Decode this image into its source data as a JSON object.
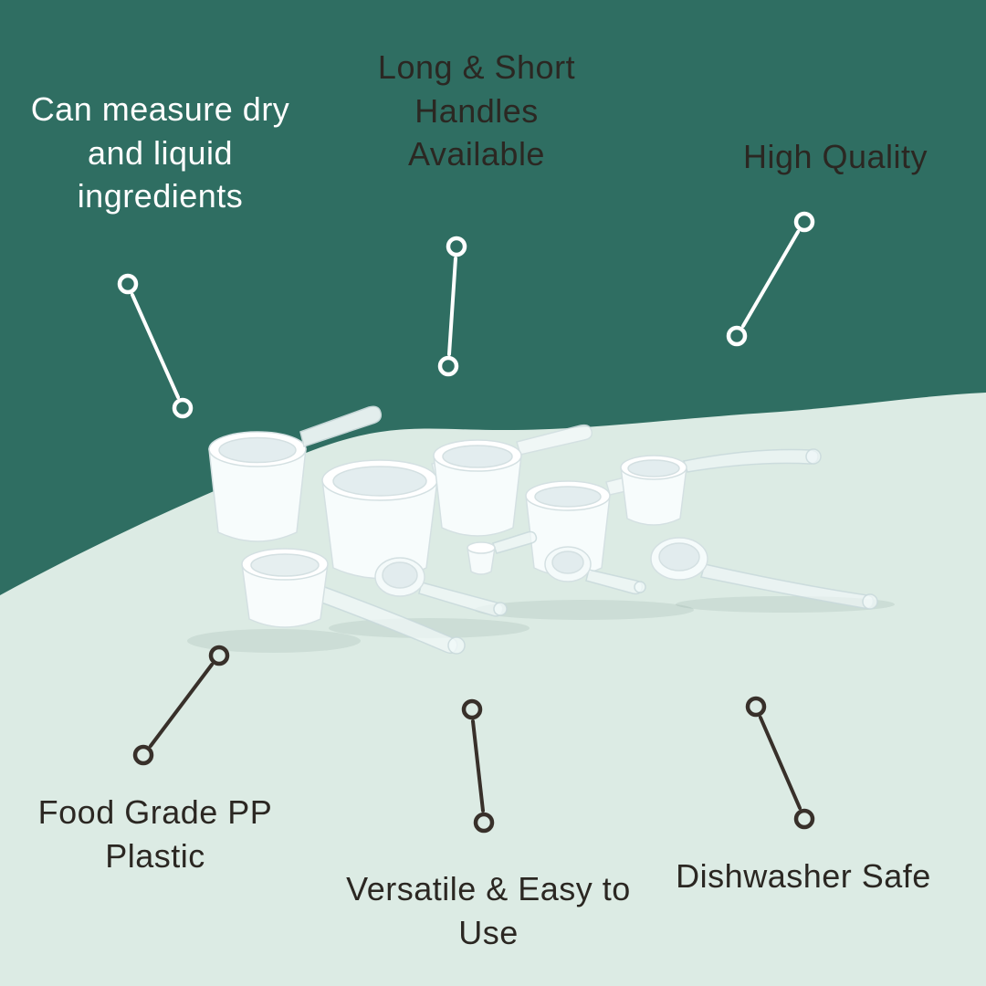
{
  "page": {
    "background_top": "#2f6e62",
    "background_bottom": "#dcebe4",
    "text_light": "#ffffff",
    "text_dark": "#2b2722",
    "connector_light": "#ffffff",
    "connector_dark": "#38302a"
  },
  "product": {
    "name": "white-plastic-measuring-scoops"
  },
  "callouts": {
    "measure": {
      "label": "Can measure dry\nand liquid\ningredients"
    },
    "handles": {
      "label": "Long & Short\nHandles\nAvailable"
    },
    "quality": {
      "label": "High Quality"
    },
    "food_grade": {
      "label": "Food Grade PP\nPlastic"
    },
    "versatile": {
      "label": "Versatile & Easy to\nUse"
    },
    "dishwasher": {
      "label": "Dishwasher Safe"
    }
  }
}
